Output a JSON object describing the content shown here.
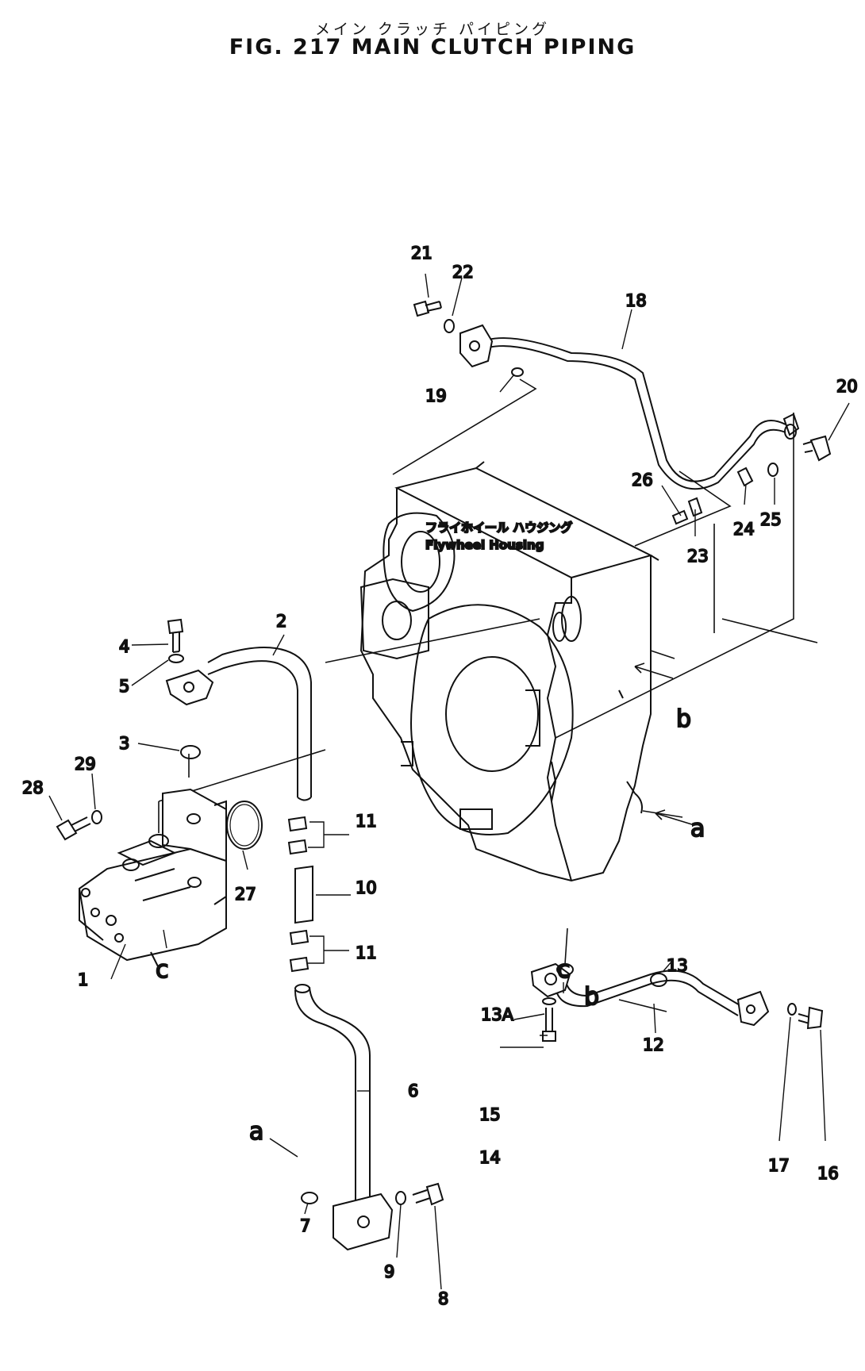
{
  "title": {
    "japanese": "メイン クラッチ パイピング",
    "english": "FIG. 217 MAIN CLUTCH PIPING"
  },
  "housing_label": {
    "japanese": "フライホイール ハウジング",
    "english": "Flywheel Housing"
  },
  "callouts": [
    "1",
    "2",
    "3",
    "4",
    "5",
    "6",
    "7",
    "8",
    "9",
    "10",
    "11",
    "11",
    "12",
    "13",
    "13A",
    "14",
    "15",
    "16",
    "17",
    "18",
    "19",
    "20",
    "21",
    "22",
    "23",
    "24",
    "25",
    "26",
    "27",
    "28",
    "29"
  ],
  "connection_letters": [
    "a",
    "a",
    "b",
    "b",
    "c",
    "c"
  ]
}
